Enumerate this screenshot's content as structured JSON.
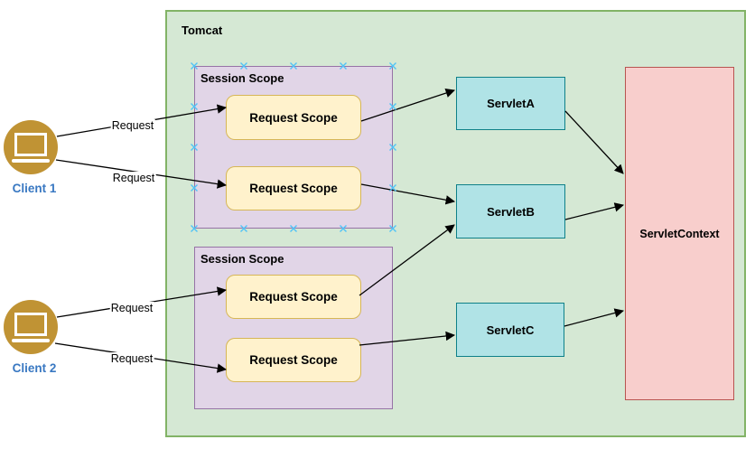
{
  "container": {
    "label": "Tomcat"
  },
  "session_scopes": [
    {
      "label": "Session Scope",
      "selected": true
    },
    {
      "label": "Session Scope",
      "selected": false
    }
  ],
  "request_scopes": [
    {
      "label": "Request Scope"
    },
    {
      "label": "Request Scope"
    },
    {
      "label": "Request Scope"
    },
    {
      "label": "Request Scope"
    }
  ],
  "servlets": [
    {
      "label": "ServletA"
    },
    {
      "label": "ServletB"
    },
    {
      "label": "ServletC"
    }
  ],
  "servlet_context": {
    "label": "ServletContext"
  },
  "clients": [
    {
      "label": "Client 1"
    },
    {
      "label": "Client 2"
    }
  ],
  "edge_labels": [
    {
      "text": "Request"
    },
    {
      "text": "Request"
    },
    {
      "text": "Request"
    },
    {
      "text": "Request"
    }
  ],
  "colors": {
    "container_fill": "#d5e8d4",
    "container_stroke": "#82b366",
    "session_fill": "#e1d5e7",
    "session_stroke": "#9673a6",
    "request_fill": "#fff2cc",
    "request_stroke": "#d6b656",
    "servlet_fill": "#b0e3e6",
    "servlet_stroke": "#0e8088",
    "context_fill": "#f8cecc",
    "context_stroke": "#b85450",
    "client_icon_gold": "#c09334",
    "client_label_blue": "#3978c2",
    "connection_point_blue": "#4fc3f7",
    "connector_black": "#000000"
  }
}
